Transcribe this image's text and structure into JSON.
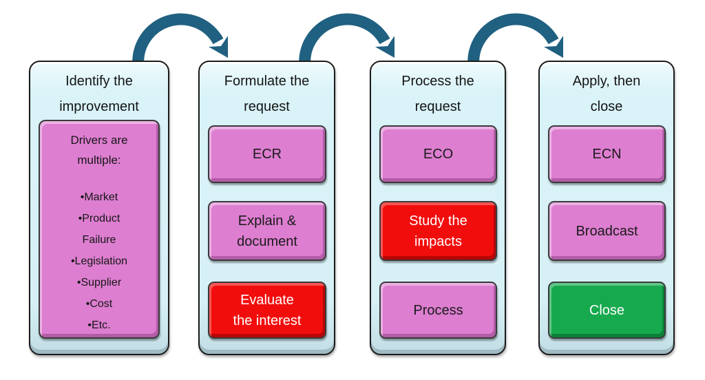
{
  "colors": {
    "page_background": "#ffffff",
    "container_fill": "#d9f3f8",
    "container_border": "#1b1b1b",
    "box_pink": "#dd7ed0",
    "box_red": "#f20d0d",
    "box_green": "#17a94e",
    "arrow": "#206080",
    "text_dark": "#1a1a1a",
    "text_light": "#ffffff"
  },
  "columns": [
    {
      "title": "Identify the\nimprovement",
      "driver_box": {
        "heading": "Drivers are\nmultiple:",
        "style": "pink",
        "bullets": [
          "Market",
          "Product\nFailure",
          "Legislation",
          "Supplier",
          "Cost",
          "Etc."
        ]
      }
    },
    {
      "title": "Formulate the\nrequest",
      "boxes": [
        {
          "label": "ECR",
          "style": "pink"
        },
        {
          "label": "Explain &\ndocument",
          "style": "pink"
        },
        {
          "label": "Evaluate\nthe interest",
          "style": "red"
        }
      ]
    },
    {
      "title": "Process the\nrequest",
      "boxes": [
        {
          "label": "ECO",
          "style": "pink"
        },
        {
          "label": "Study the\nimpacts",
          "style": "red"
        },
        {
          "label": "Process",
          "style": "pink"
        }
      ]
    },
    {
      "title": "Apply, then\nclose",
      "boxes": [
        {
          "label": "ECN",
          "style": "pink"
        },
        {
          "label": "Broadcast",
          "style": "pink"
        },
        {
          "label": "Close",
          "style": "green"
        }
      ]
    }
  ],
  "arrows": [
    {
      "name": "curved-flow-arrow-1"
    },
    {
      "name": "curved-flow-arrow-2"
    },
    {
      "name": "curved-flow-arrow-3"
    }
  ]
}
